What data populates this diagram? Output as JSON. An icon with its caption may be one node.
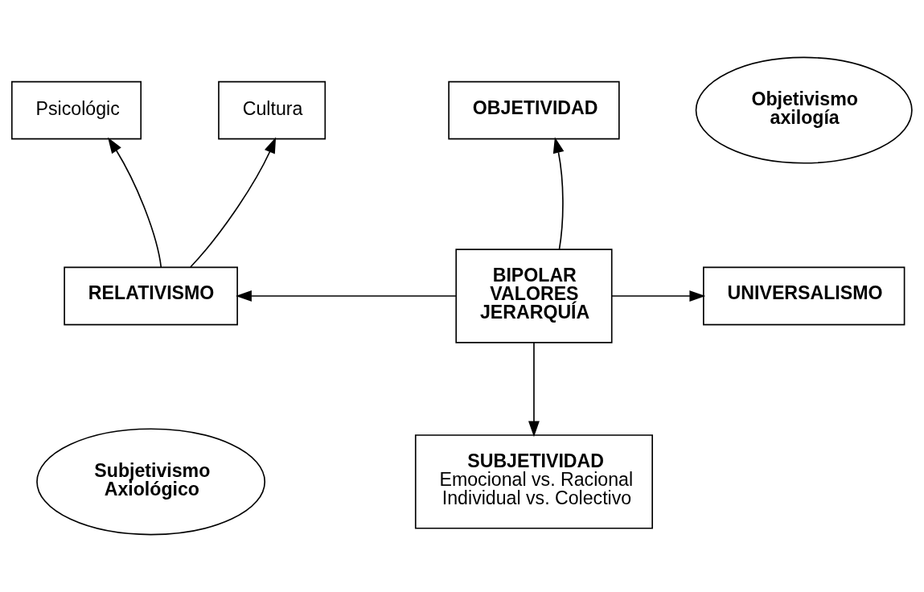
{
  "diagram": {
    "nodes": [
      {
        "text": [
          "Psicológic"
        ]
      },
      {
        "text": [
          "Cultura"
        ]
      },
      {
        "text": [
          "OBJETIVIDAD"
        ]
      },
      {
        "text": [
          "Objetivismo axilogía"
        ]
      },
      {
        "text": [
          "RELATIVISMO"
        ]
      },
      {
        "text": [
          "BIPOLAR VALORES JERARQUÍA"
        ]
      },
      {
        "text": [
          "UNIVERSALISMO"
        ]
      },
      {
        "text": [
          "Subjetivismo Axiológico"
        ]
      },
      {
        "text": [
          "SUBJETIVIDAD",
          "Emocional vs. Racional",
          "Individual vs. Colectivo"
        ]
      }
    ],
    "edges": [
      {
        "from": 5,
        "to": 2,
        "arrow": "to"
      },
      {
        "from": 4,
        "to": 0,
        "arrow": "to"
      },
      {
        "from": 4,
        "to": 1,
        "arrow": "to"
      },
      {
        "from": 5,
        "to": 4,
        "arrow": "to"
      },
      {
        "from": 5,
        "to": 6,
        "arrow": "to"
      },
      {
        "from": 5,
        "to": 8,
        "arrow": "to"
      }
    ]
  }
}
